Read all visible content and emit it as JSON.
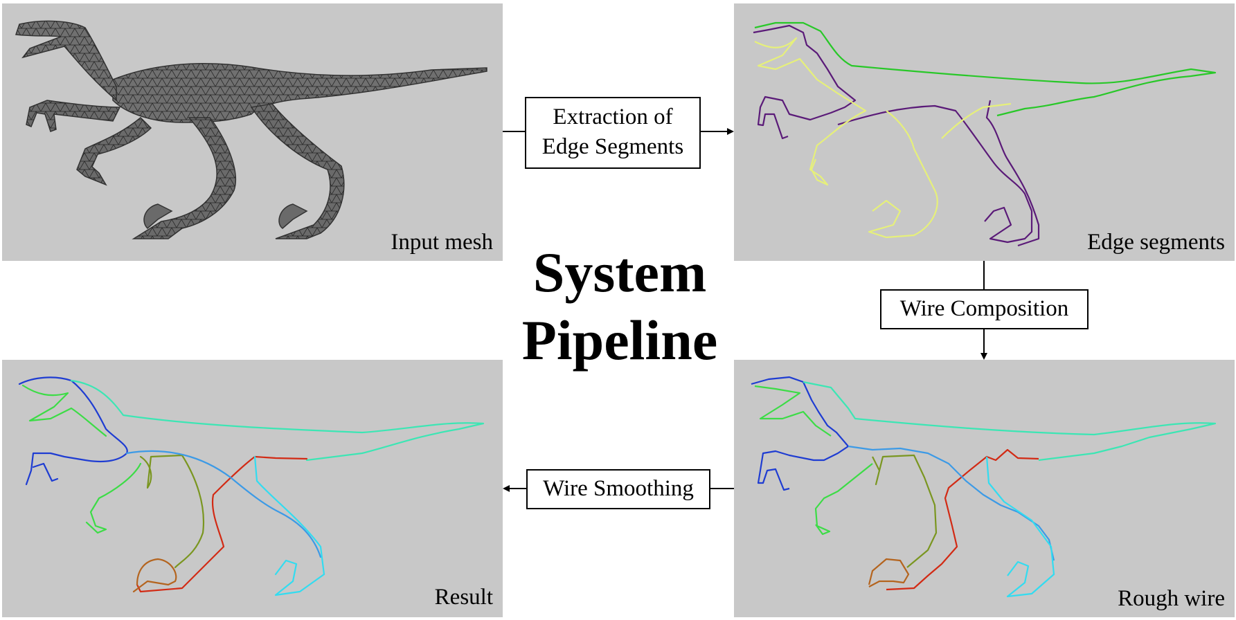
{
  "title": {
    "line1": "System",
    "line2": "Pipeline"
  },
  "panels": {
    "input": {
      "label": "Input mesh"
    },
    "edges": {
      "label": "Edge segments"
    },
    "rough": {
      "label": "Rough wire"
    },
    "result": {
      "label": "Result"
    }
  },
  "steps": {
    "extraction": {
      "line1": "Extraction of",
      "line2": "Edge Segments"
    },
    "composition": {
      "label": "Wire Composition"
    },
    "smoothing": {
      "label": "Wire Smoothing"
    }
  },
  "colors": {
    "panel_bg": "#c8c8c8",
    "mesh_fill": "#6e6e6e",
    "mesh_lines": "#2a2a2a",
    "edge_green": "#28c828",
    "edge_purple": "#5a1a78",
    "edge_yellow": "#e6f07a",
    "wire_blue": "#1e3cd2",
    "wire_green": "#3cdc46",
    "wire_teal": "#3ce6b4",
    "wire_olive": "#7a9620",
    "wire_red": "#d22a14",
    "wire_brown": "#b4641e",
    "wire_sky": "#3c9ae6",
    "wire_cyan": "#32dcf0"
  }
}
